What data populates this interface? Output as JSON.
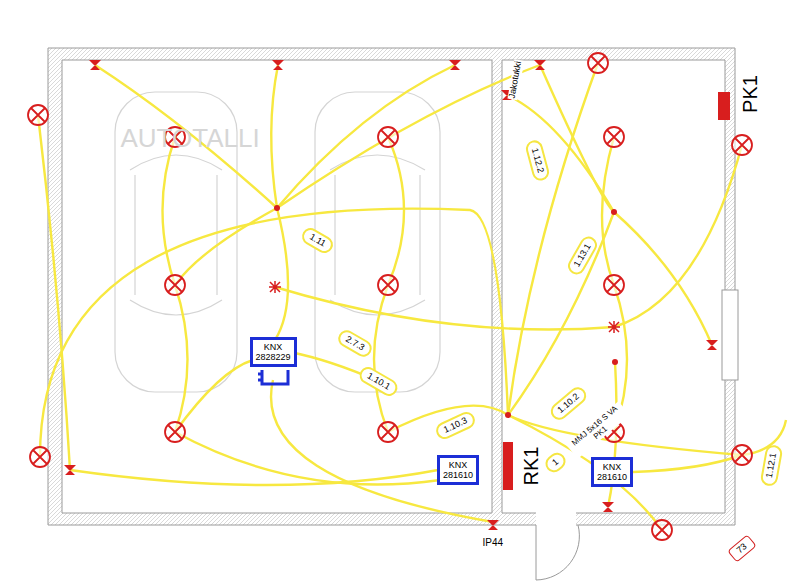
{
  "diagram": {
    "nodes": [
      {
        "text": [
          "1.12.2"
        ]
      },
      {
        "text": [
          "1.11"
        ]
      },
      {
        "text": [
          "1.13.1"
        ]
      },
      {
        "text": [
          "2.7.3"
        ]
      },
      {
        "text": [
          "KNX 2828229"
        ]
      },
      {
        "text": [
          "1.10.1"
        ]
      },
      {
        "text": [
          "1.10.2"
        ]
      },
      {
        "text": [
          "1.10.3"
        ]
      },
      {
        "text": [
          "1"
        ]
      },
      {
        "text": [
          "KNX 281610"
        ]
      },
      {
        "text": [
          "KNX 281610"
        ]
      },
      {
        "text": [
          "1.12.1"
        ]
      },
      {
        "text": [
          "73"
        ]
      }
    ],
    "labels": [
      "AUTOTALLI",
      "Jakotukki",
      "PK1",
      "MMJ 5x16 S VA PK1",
      "RK1",
      "IP44"
    ]
  }
}
